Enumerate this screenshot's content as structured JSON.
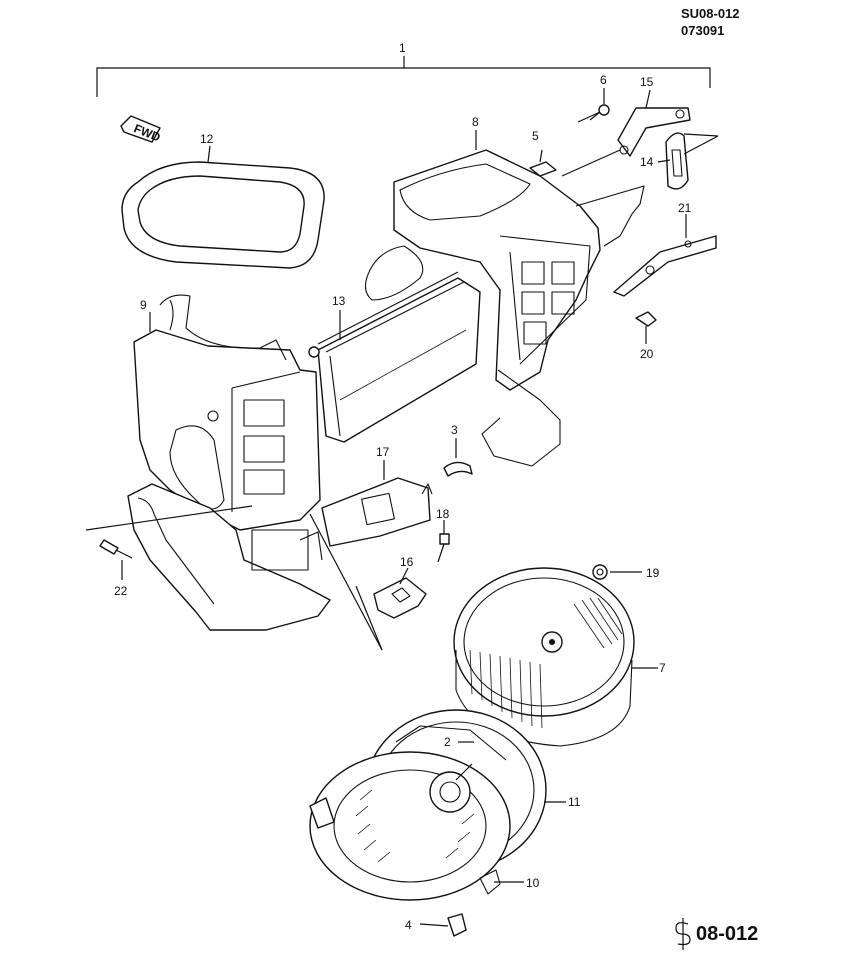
{
  "drawing": {
    "code_line1": "SU08-012",
    "code_line2": "073091",
    "footer_code": "08-012",
    "fwd_marker": "FWD"
  },
  "callouts": [
    "1",
    "2",
    "3",
    "4",
    "5",
    "6",
    "7",
    "8",
    "9",
    "10",
    "11",
    "12",
    "13",
    "14",
    "15",
    "16",
    "17",
    "18",
    "19",
    "20",
    "21",
    "22"
  ],
  "icons": {
    "footer_symbol": "dollar-sign-icon"
  }
}
